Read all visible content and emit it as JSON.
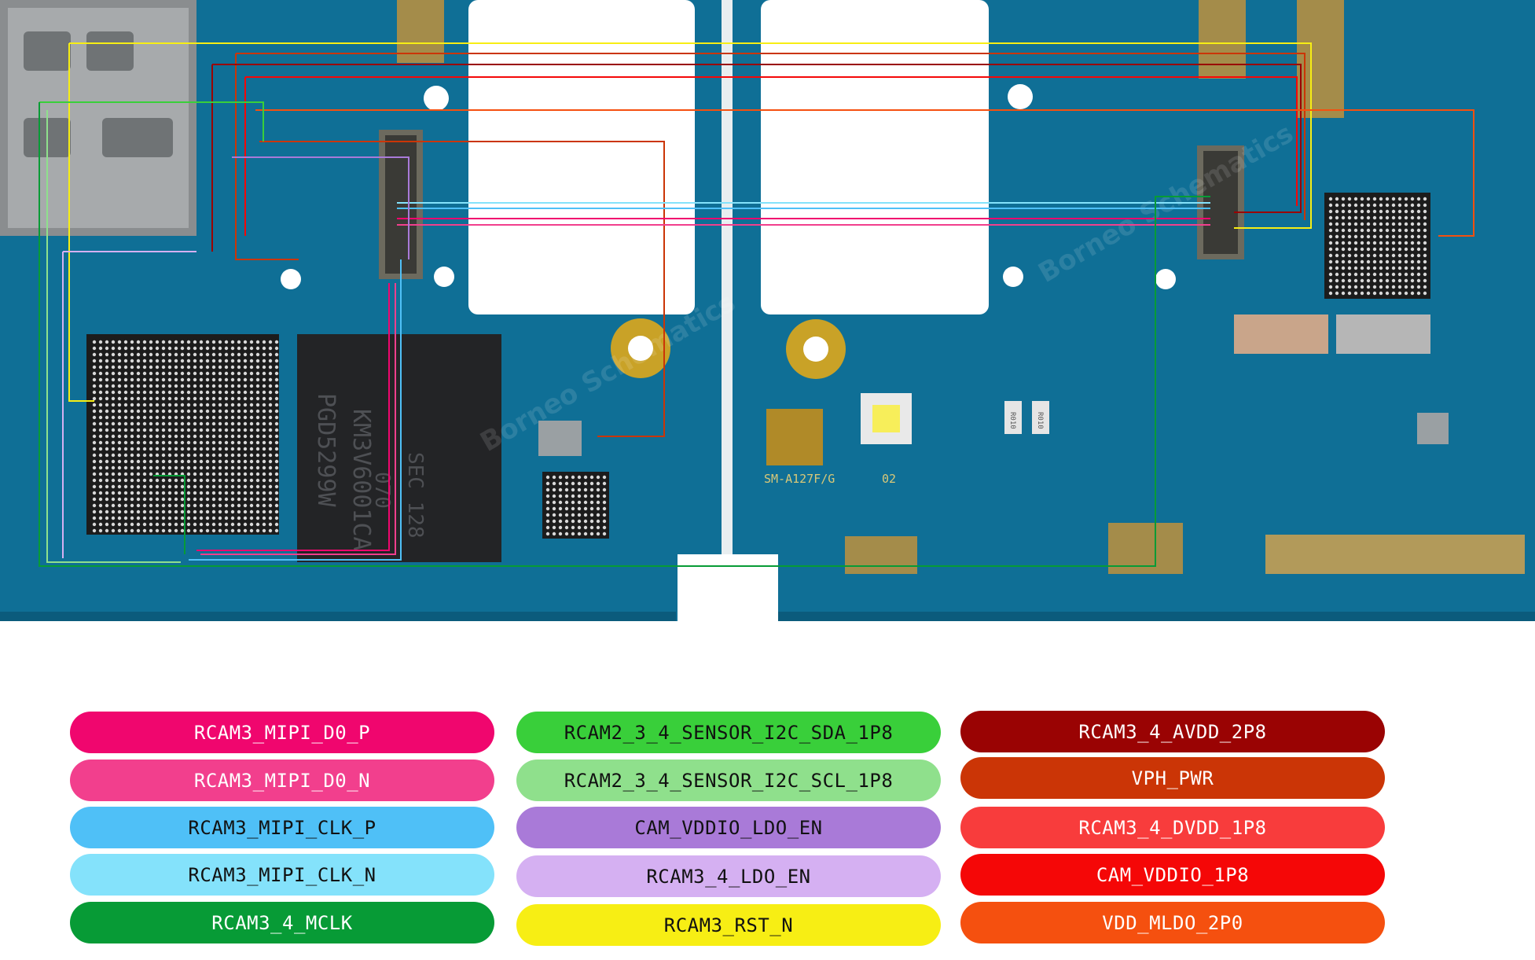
{
  "board": {
    "model_label": "SM-A127F/G",
    "revision_label": "02",
    "chip_marking_lines": [
      "KM3V6001CA",
      "PGD5299W",
      "SEC 128",
      "070"
    ],
    "resistor_marks": [
      "R010",
      "R010"
    ],
    "watermark_text": "Borneo Schematics",
    "colors": {
      "pcb": "#0f6f96",
      "pcb_dark": "#0b5b7c",
      "gold": "#c9a227",
      "chip": "#1c1c1c"
    }
  },
  "legend": {
    "items": [
      {
        "label": "RCAM3_MIPI_D0_P",
        "color": "#f0066e",
        "text_color": "#ffffff"
      },
      {
        "label": "RCAM3_MIPI_D0_N",
        "color": "#f23f8d",
        "text_color": "#ffffff"
      },
      {
        "label": "RCAM3_MIPI_CLK_P",
        "color": "#4fc0f7",
        "text_color": "#111111"
      },
      {
        "label": "RCAM3_MIPI_CLK_N",
        "color": "#84e2fb",
        "text_color": "#111111"
      },
      {
        "label": "RCAM3_4_MCLK",
        "color": "#079b36",
        "text_color": "#ffffff"
      },
      {
        "label": "RCAM2_3_4_SENSOR_I2C_SDA_1P8",
        "color": "#39cf3a",
        "text_color": "#111111"
      },
      {
        "label": "RCAM2_3_4_SENSOR_I2C_SCL_1P8",
        "color": "#8fe08c",
        "text_color": "#111111"
      },
      {
        "label": "CAM_VDDIO_LDO_EN",
        "color": "#a97ad8",
        "text_color": "#111111"
      },
      {
        "label": "RCAM3_4_LDO_EN",
        "color": "#d5b0f2",
        "text_color": "#111111"
      },
      {
        "label": "RCAM3_RST_N",
        "color": "#f7ee14",
        "text_color": "#111111"
      },
      {
        "label": "RCAM3_4_AVDD_2P8",
        "color": "#9a0303",
        "text_color": "#ffffff"
      },
      {
        "label": "VPH_PWR",
        "color": "#cb3506",
        "text_color": "#ffffff"
      },
      {
        "label": "RCAM3_4_DVDD_1P8",
        "color": "#f83c3c",
        "text_color": "#ffffff"
      },
      {
        "label": "CAM_VDDIO_1P8",
        "color": "#f50707",
        "text_color": "#ffffff"
      },
      {
        "label": "VDD_MLDO_2P0",
        "color": "#f5500f",
        "text_color": "#ffffff"
      }
    ]
  }
}
